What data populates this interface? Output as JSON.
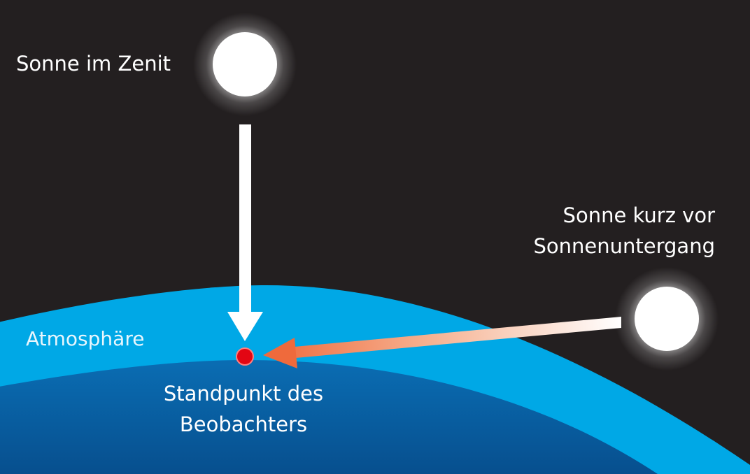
{
  "labels": {
    "sun_zenith": "Sonne im Zenit",
    "sun_sunset_line1": "Sonne kurz vor",
    "sun_sunset_line2": "Sonnenuntergang",
    "atmosphere": "Atmosphäre",
    "observer_line1": "Standpunkt des",
    "observer_line2": "Beobachters"
  },
  "colors": {
    "background": "#231f20",
    "atmosphere": "#00a8e6",
    "earth_top": "#0a6db3",
    "earth_bottom": "#074f8e",
    "sun": "#ffffff",
    "observer_dot": "#e30613",
    "sunset_ray": "#ef6a3c",
    "zenith_ray": "#ffffff"
  }
}
